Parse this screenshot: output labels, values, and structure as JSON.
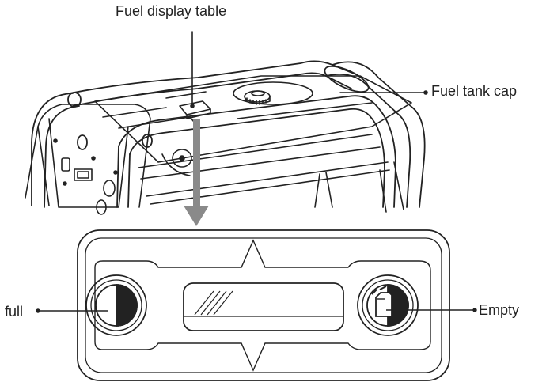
{
  "labels": {
    "fuel_display_table": "Fuel display table",
    "fuel_tank_cap": "Fuel tank cap",
    "full": "full",
    "empty": "Empty"
  },
  "colors": {
    "line": "#222222",
    "arrow": "#8a8a8a",
    "background": "#ffffff"
  },
  "icons": {
    "full_gauge": "half-filled-circle-icon",
    "empty_gauge": "fuel-can-icon"
  }
}
